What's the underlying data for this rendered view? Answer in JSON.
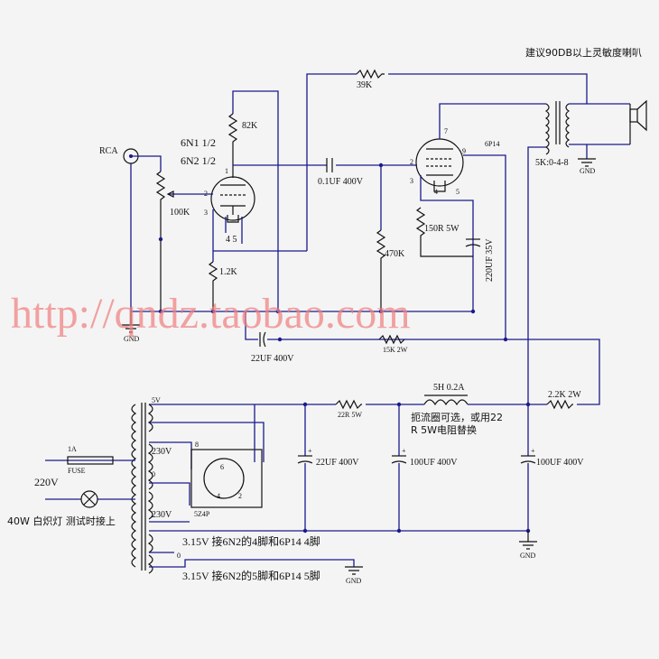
{
  "labels": {
    "note_speaker": "建议90DB以上灵敏度喇叭",
    "r_feedback": "39K",
    "r_plate1": "82K",
    "tube1_a": "6N1  1/2",
    "tube1_b": "6N2 1/2",
    "rca": "RCA",
    "pot": "100K",
    "cap_coupling": "0.1UF 400V",
    "tube2": "6P14",
    "otx": "5K:0-4-8",
    "r_cathode2": "150R 5W",
    "cap_cathode2": "220UF 35V",
    "r_grid2": "470K",
    "r_cathode1": "1.2K",
    "cap_22uf": "22UF 400V",
    "r_15k": "15K 2W",
    "choke": "5H 0.2A",
    "r_22r": "22R 5W",
    "choke_note_1": "扼流圈可选，或用22",
    "choke_note_2": "R 5W电阻替换",
    "r_2k2": "2.2K 2W",
    "cap_filter1": "22UF 400V",
    "cap_filter2": "100UF 400V",
    "cap_filter3": "100UF 400V",
    "fuse_rating": "1A",
    "fuse": "FUSE",
    "mains": "220V",
    "lamp_note": "40W 白炽灯 测试时接上",
    "tap_5v": "5V",
    "tap_230a": "230V",
    "tap_0": "0",
    "tap_230b": "230V",
    "rectifier": "5Z4P",
    "heater1": "3.15V 接6N2的4脚和6P14 4脚",
    "heater2": "3.15V  接6N2的5脚和6P14 5脚",
    "heater_0": "0",
    "gnd": "GND",
    "pin1": "1",
    "pin2": "2",
    "pin3": "3",
    "pin45": "4 5",
    "p2_7": "7",
    "p2_9": "9",
    "p2_2": "2",
    "p2_3": "3",
    "p2_4": "4",
    "p2_5": "5",
    "rect_8": "8",
    "rect_2": "2",
    "rect_4": "4",
    "rect_6": "6",
    "watermark": "http://qndz.taobao.com"
  },
  "colors": {
    "wire": "#1a1a8c",
    "watermark": "#f08080",
    "background": "#f4f4f4"
  }
}
